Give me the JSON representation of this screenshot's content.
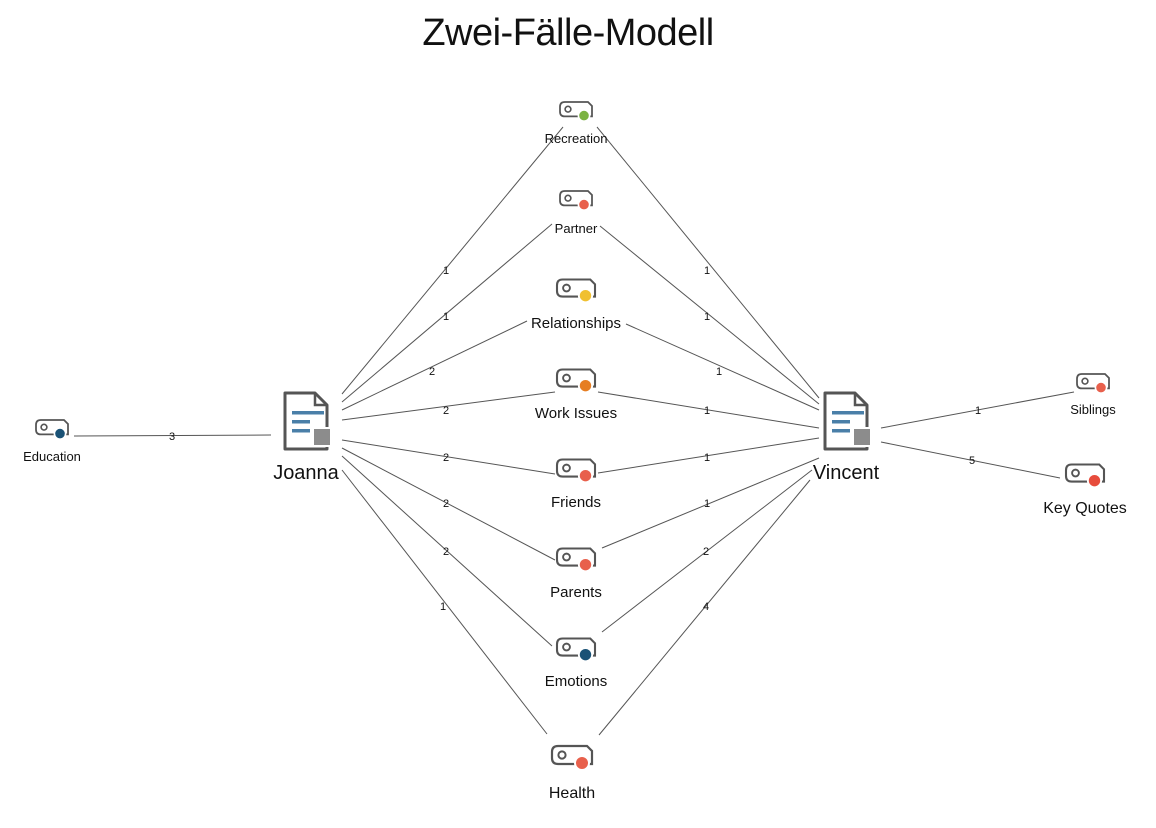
{
  "title": "Zwei-Fälle-Modell",
  "documents": [
    {
      "id": "joanna",
      "label": "Joanna"
    },
    {
      "id": "vincent",
      "label": "Vincent"
    }
  ],
  "codes": [
    {
      "id": "education",
      "label": "Education",
      "color": "#1a5276"
    },
    {
      "id": "recreation",
      "label": "Recreation",
      "color": "#7cb342"
    },
    {
      "id": "partner",
      "label": "Partner",
      "color": "#e8604c"
    },
    {
      "id": "relationships",
      "label": "Relationships",
      "color": "#f0c030"
    },
    {
      "id": "work_issues",
      "label": "Work Issues",
      "color": "#e67e22"
    },
    {
      "id": "friends",
      "label": "Friends",
      "color": "#e8604c"
    },
    {
      "id": "parents",
      "label": "Parents",
      "color": "#e8604c"
    },
    {
      "id": "emotions",
      "label": "Emotions",
      "color": "#1a5276"
    },
    {
      "id": "health",
      "label": "Health",
      "color": "#e8604c"
    },
    {
      "id": "siblings",
      "label": "Siblings",
      "color": "#e8604c"
    },
    {
      "id": "key_quotes",
      "label": "Key Quotes",
      "color": "#e74c3c"
    }
  ],
  "links": [
    {
      "from": "education",
      "to": "joanna",
      "weight": "3"
    },
    {
      "from": "joanna",
      "to": "recreation",
      "weight": "1"
    },
    {
      "from": "joanna",
      "to": "partner",
      "weight": "1"
    },
    {
      "from": "joanna",
      "to": "relationships",
      "weight": "2"
    },
    {
      "from": "joanna",
      "to": "work_issues",
      "weight": "2"
    },
    {
      "from": "joanna",
      "to": "friends",
      "weight": "2"
    },
    {
      "from": "joanna",
      "to": "parents",
      "weight": "2"
    },
    {
      "from": "joanna",
      "to": "emotions",
      "weight": "2"
    },
    {
      "from": "joanna",
      "to": "health",
      "weight": "1"
    },
    {
      "from": "recreation",
      "to": "vincent",
      "weight": "1"
    },
    {
      "from": "partner",
      "to": "vincent",
      "weight": "1"
    },
    {
      "from": "relationships",
      "to": "vincent",
      "weight": "1"
    },
    {
      "from": "work_issues",
      "to": "vincent",
      "weight": "1"
    },
    {
      "from": "friends",
      "to": "vincent",
      "weight": "1"
    },
    {
      "from": "parents",
      "to": "vincent",
      "weight": "1"
    },
    {
      "from": "emotions",
      "to": "vincent",
      "weight": "2"
    },
    {
      "from": "health",
      "to": "vincent",
      "weight": "4"
    },
    {
      "from": "vincent",
      "to": "siblings",
      "weight": "1"
    },
    {
      "from": "vincent",
      "to": "key_quotes",
      "weight": "5"
    }
  ],
  "colors": {
    "line": "#555555",
    "doc_lines": "#4a7fa8",
    "doc_badge": "#8c8c8c"
  }
}
